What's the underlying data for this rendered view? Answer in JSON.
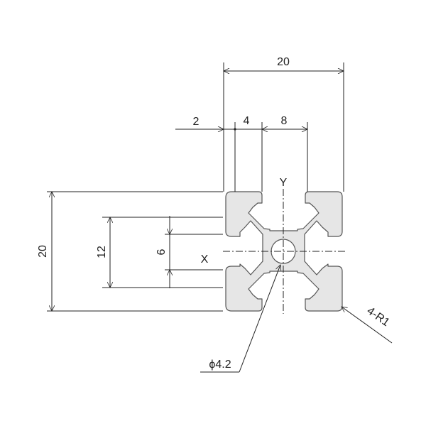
{
  "colors": {
    "profile_fill": "#e6e6e6",
    "profile_stroke": "#555555",
    "line": "#222222",
    "background": "#ffffff"
  },
  "dimensions": {
    "top_width": "20",
    "slot_offset": "2",
    "wall": "4",
    "slot_width": "8",
    "left_height": "20",
    "slot_height_outer": "12",
    "slot_height_inner": "6"
  },
  "axes": {
    "x_label": "X",
    "y_label": "Y"
  },
  "callouts": {
    "hole_diameter": "ϕ4.2",
    "radius": "4-R1"
  }
}
